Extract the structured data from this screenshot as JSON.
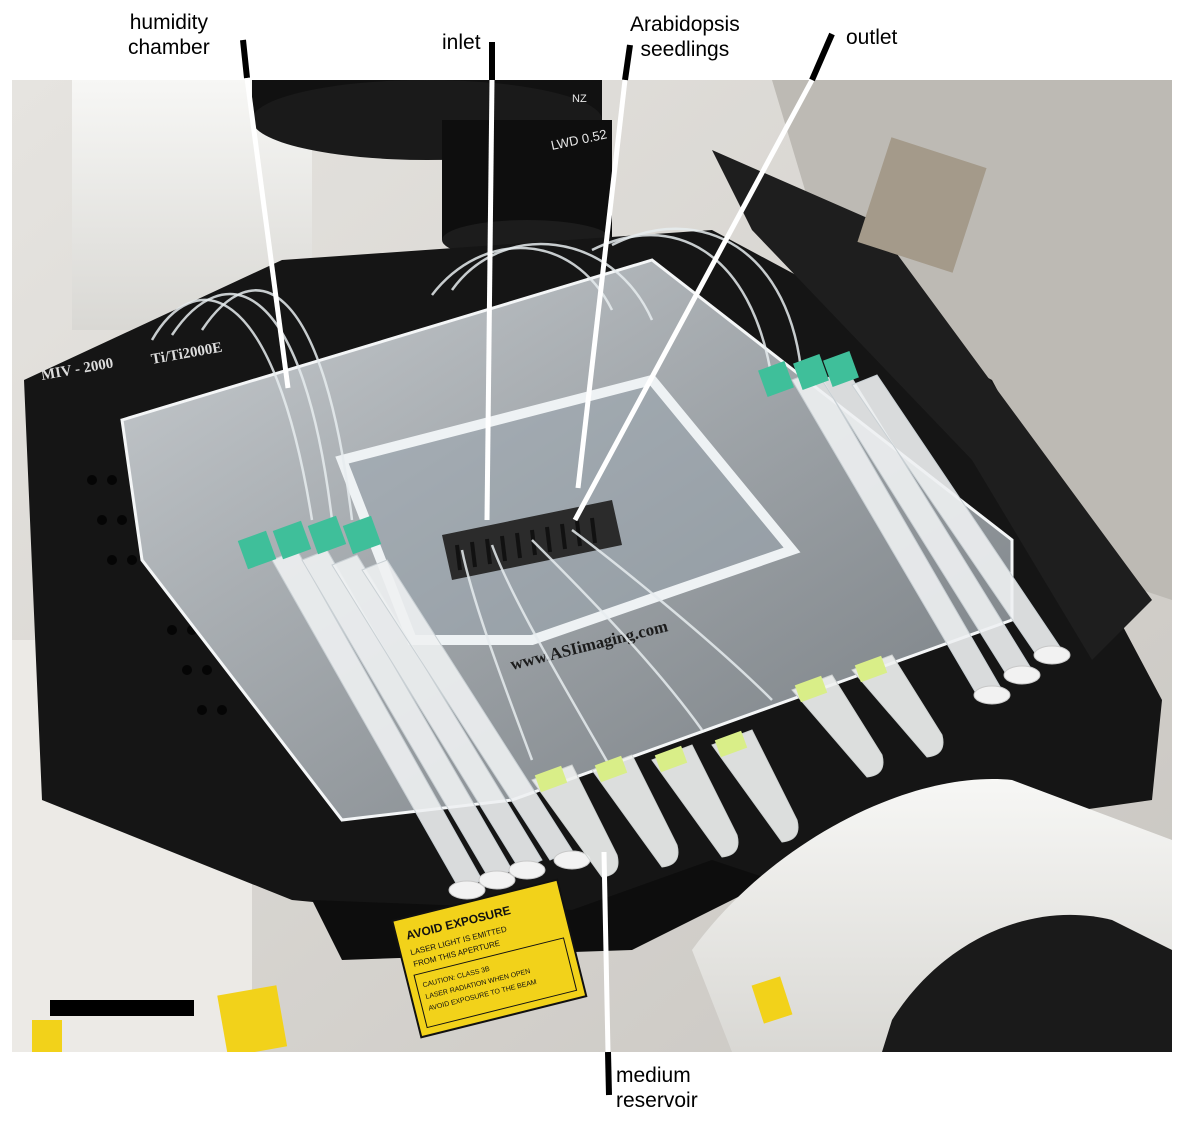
{
  "labels": {
    "humidity_chamber": {
      "line1": "humidity",
      "line2": "chamber"
    },
    "inlet": "inlet",
    "arabidopsis_seedlings": {
      "line1": "Arabidopsis",
      "line2": "seedlings"
    },
    "outlet": "outlet",
    "medium_reservoir": {
      "line1": "medium",
      "line2": "reservoir"
    }
  },
  "photo_text": {
    "stage_model": "MIV - 2000",
    "stage_suffix": "Ti/Ti2000E",
    "objective": "LWD 0.52",
    "objective_top": "NZ",
    "website": "www.ASIimaging.com",
    "warning_title": "AVOID EXPOSURE",
    "warning_line1": "LASER LIGHT IS EMITTED",
    "warning_line2": "FROM THIS APERTURE",
    "caution_line1": "CAUTION: CLASS 3B",
    "caution_line2": "LASER RADIATION WHEN OPEN",
    "caution_line3": "AVOID EXPOSURE TO THE BEAM"
  },
  "colors": {
    "stage": "#151515",
    "tube_tag": "#d9ee88",
    "needle_hub": "#3fbf9a",
    "warning_yellow": "#f2d21a",
    "background_grey": "#d8d6d2"
  }
}
